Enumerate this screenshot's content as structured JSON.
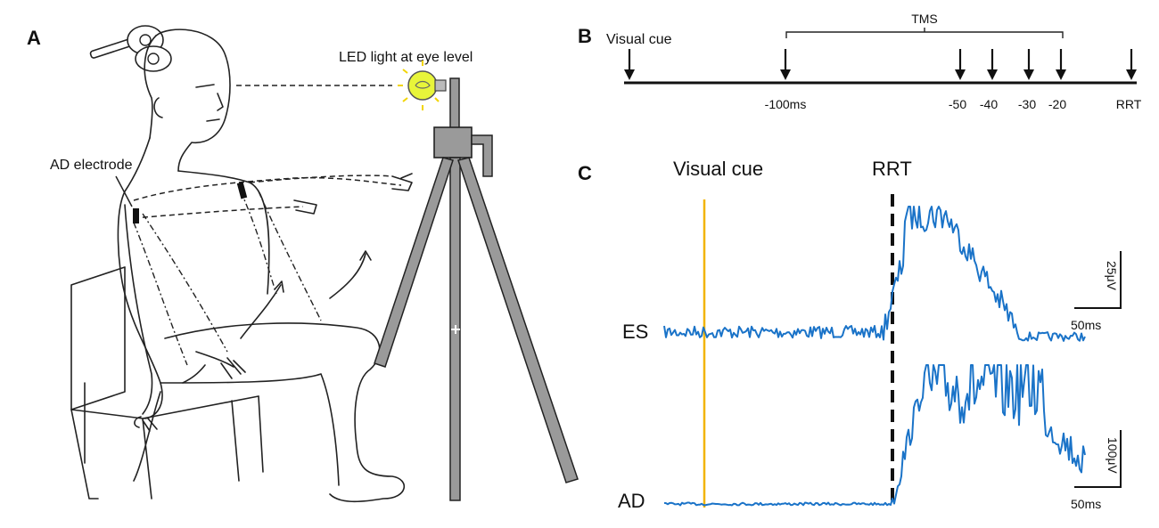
{
  "panels": {
    "a": "A",
    "b": "B",
    "c": "C"
  },
  "panel_a": {
    "led_label": "LED light at eye level",
    "electrode_label": "AD electrode"
  },
  "panel_b": {
    "visual_cue": "Visual cue",
    "tms": "TMS",
    "ticks": [
      "-100ms",
      "-50",
      "-40",
      "-30",
      "-20",
      "RRT"
    ]
  },
  "panel_c": {
    "visual_cue": "Visual cue",
    "rrt": "RRT",
    "es_label": "ES",
    "ad_label": "AD",
    "es_scale_y": "25μV",
    "es_scale_x": "50ms",
    "ad_scale_y": "100μV",
    "ad_scale_x": "50ms"
  },
  "colors": {
    "trace": "#1a73c8",
    "visual_cue_line": "#f2b400",
    "bulb": "#e8f53a",
    "tripod": "#9a9a9a"
  }
}
